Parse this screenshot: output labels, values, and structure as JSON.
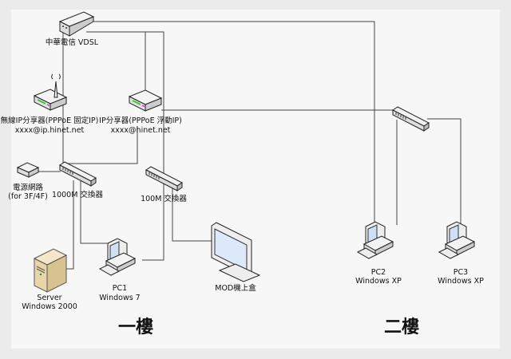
{
  "nodes": {
    "vdsl": {
      "label": "中華電信 VDSL",
      "icon": "modem-icon"
    },
    "wireless_router": {
      "label": "無線IP分享器(PPPoE 固定IP)",
      "sublabel": "xxxx@ip.hinet.net",
      "icon": "wireless-router-icon"
    },
    "ip_router": {
      "label": "IP分享器(PPPoE 浮動IP)",
      "sublabel": "xxxx@hinet.net",
      "icon": "router-icon"
    },
    "powerline": {
      "label": "電源網路",
      "sublabel": "(for 3F/4F)",
      "icon": "powerline-adapter-icon"
    },
    "switch_1000": {
      "label": "1000M 交換器",
      "icon": "switch-icon"
    },
    "switch_100": {
      "label": "100M 交換器",
      "icon": "switch-icon"
    },
    "switch_2f": {
      "icon": "switch-icon"
    },
    "server": {
      "label": "Server",
      "sublabel": "Windows 2000",
      "icon": "server-icon"
    },
    "pc1": {
      "label": "PC1",
      "sublabel": "Windows 7",
      "icon": "pc-icon"
    },
    "mod": {
      "label": "MOD機上盒",
      "icon": "monitor-icon"
    },
    "pc2": {
      "label": "PC2",
      "sublabel": "Windows XP",
      "icon": "pc-icon"
    },
    "pc3": {
      "label": "PC3",
      "sublabel": "Windows XP",
      "icon": "pc-icon"
    }
  },
  "floors": {
    "first": "一樓",
    "second": "二樓"
  },
  "colors": {
    "background": "#ebebeb",
    "panel": "#f7f7f7",
    "line": "#444444"
  }
}
